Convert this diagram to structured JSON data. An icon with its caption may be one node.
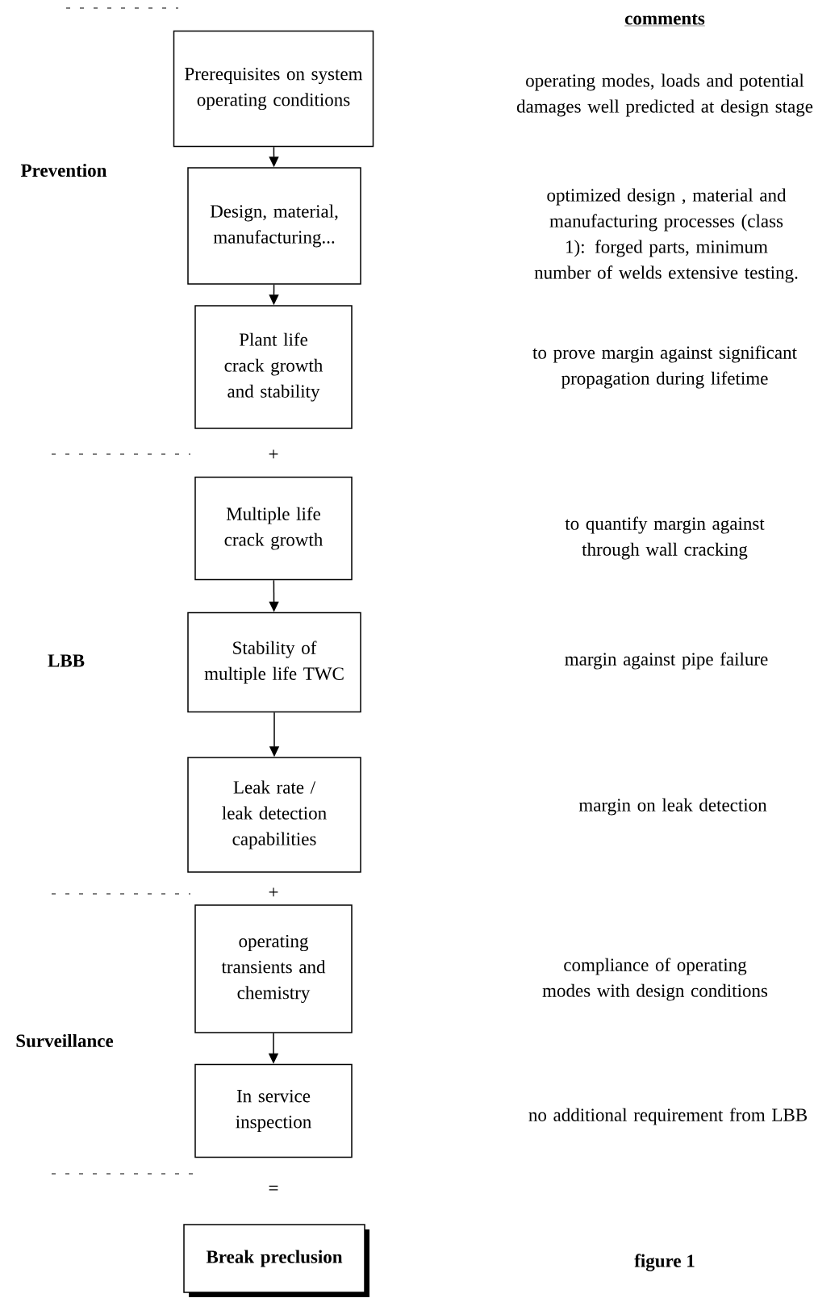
{
  "diagram": {
    "nodes": [
      {
        "text": [
          "Prerequisites on system operating conditions"
        ]
      },
      {
        "text": [
          "Design, material, manufacturing..."
        ]
      },
      {
        "text": [
          "Plant life crack growth and stability"
        ]
      },
      {
        "text": [
          "Multiple life crack growth"
        ]
      },
      {
        "text": [
          "Stability of multiple life TWC"
        ]
      },
      {
        "text": [
          "Leak rate / leak detection capabilities"
        ]
      },
      {
        "text": [
          "operating transients and chemistry"
        ]
      },
      {
        "text": [
          "In service inspection"
        ]
      },
      {
        "text": [
          "Break preclusion"
        ]
      }
    ],
    "edges": [
      {
        "from": 0,
        "to": 1,
        "arrow": "to"
      },
      {
        "from": 1,
        "to": 2,
        "arrow": "to"
      },
      {
        "from": 3,
        "to": 4,
        "arrow": "to"
      },
      {
        "from": 4,
        "to": 5,
        "arrow": "to"
      },
      {
        "from": 6,
        "to": 7,
        "arrow": "to"
      }
    ],
    "labels": [
      "comments",
      "operating modes, loads and potential damages well predicted at design stage",
      "Prevention",
      "optimized design , material and manufacturing processes (class 1): forged parts, minimum number of welds extensive testing.",
      "to prove margin against significant propagation during lifetime",
      "+",
      "to quantify margin against through wall cracking",
      "LBB",
      "margin against pipe failure",
      "margin on leak detection",
      "+",
      "compliance of operating modes with design conditions",
      "Surveillance",
      "no additional requirement from LBB",
      "=",
      "figure 1"
    ]
  }
}
